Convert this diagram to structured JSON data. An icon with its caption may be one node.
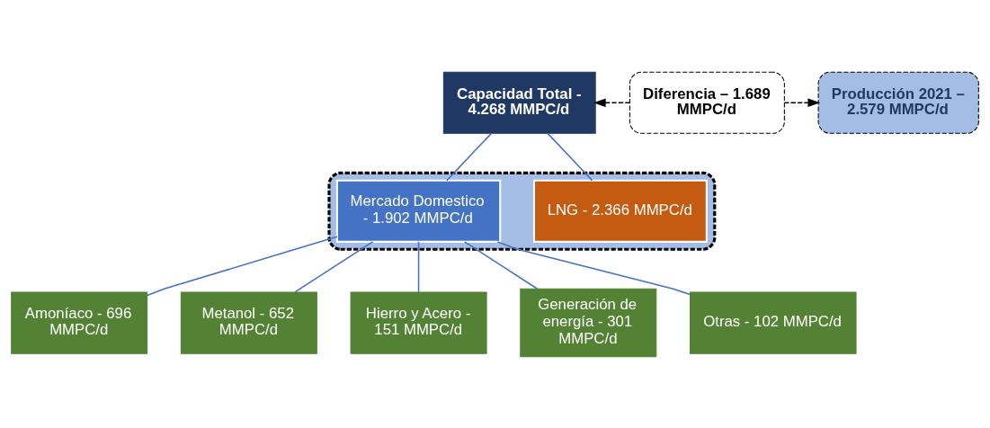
{
  "diagram": {
    "nodes": [
      {
        "text": [
          "Capacidad Total - 4.268 MMPC/d"
        ]
      },
      {
        "text": [
          "Diferencia – 1.689 MMPC/d"
        ]
      },
      {
        "text": [
          "Producción 2021 – 2.579 MMPC/d"
        ]
      },
      {
        "text": [],
        "shape": "box"
      },
      {
        "text": [
          "LNG - 2.366 MMPC/d"
        ],
        "in": 3
      },
      {
        "text": [
          "Mercado Domestico - 1.902 MMPC/d"
        ],
        "in": 3
      },
      {
        "text": [
          "Amoníaco - 696 MMPC/d"
        ]
      },
      {
        "text": [
          "Metanol - 652 MMPC/d"
        ]
      },
      {
        "text": [
          "Hierro y Acero - 151 MMPC/d"
        ]
      },
      {
        "text": [
          "Generación de energía - 301 MMPC/d"
        ]
      },
      {
        "text": [
          "Otras - 102 MMPC/d"
        ]
      }
    ],
    "edges": [
      {
        "from": 1,
        "to": 0,
        "arrow": "to",
        "style": "dashed",
        "color": "#000000"
      },
      {
        "from": 1,
        "to": 2,
        "arrow": "to",
        "style": "dashed",
        "color": "#000000"
      },
      {
        "from": 0,
        "to": 4,
        "arrow": "none"
      },
      {
        "from": 0,
        "to": 5,
        "arrow": "none"
      },
      {
        "from": 5,
        "to": 6,
        "arrow": "none"
      },
      {
        "from": 5,
        "to": 7,
        "arrow": "none"
      },
      {
        "from": 5,
        "to": 8,
        "arrow": "none"
      },
      {
        "from": 5,
        "to": 9,
        "arrow": "none"
      },
      {
        "from": 5,
        "to": 10,
        "arrow": "none"
      }
    ]
  }
}
